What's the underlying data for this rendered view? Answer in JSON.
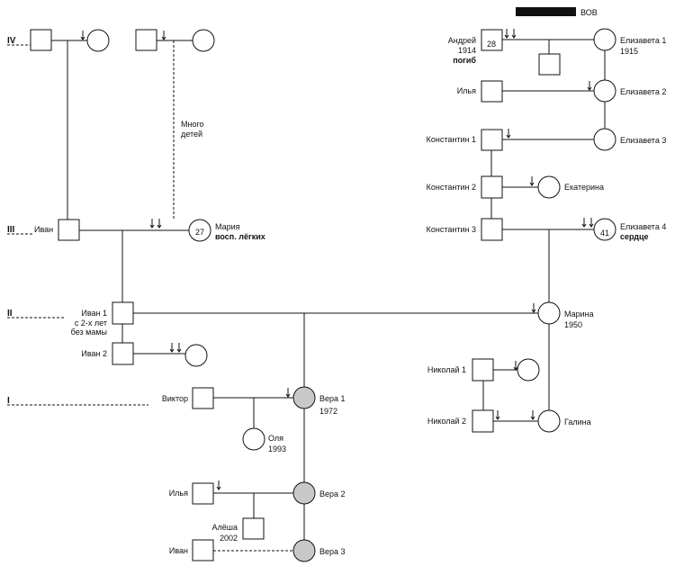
{
  "legend": {
    "label": "ВОВ"
  },
  "generations": [
    "IV",
    "III",
    "II",
    "I"
  ],
  "people": {
    "andrey": {
      "name": "Андрей",
      "year": "1914",
      "note": "погиб",
      "age": "28"
    },
    "elizaveta1": {
      "name": "Елизавета 1",
      "year": "1915"
    },
    "ilya_top": {
      "name": "Илья"
    },
    "elizaveta2": {
      "name": "Елизавета 2"
    },
    "konstantin1": {
      "name": "Константин 1"
    },
    "elizaveta3": {
      "name": "Елизавета 3"
    },
    "konstantin2": {
      "name": "Константин 2"
    },
    "ekaterina": {
      "name": "Екатерина"
    },
    "konstantin3": {
      "name": "Константин 3"
    },
    "elizaveta4": {
      "name": "Елизавета 4",
      "note": "сердце",
      "age": "41"
    },
    "mnogo_detey": {
      "line1": "Много",
      "line2": "детей"
    },
    "ivan_iii": {
      "name": "Иван"
    },
    "maria": {
      "name": "Мария",
      "note": "восп. лёгких",
      "age": "27"
    },
    "ivan1": {
      "name": "Иван 1",
      "note1": "с 2-х лет",
      "note2": "без мамы"
    },
    "marina": {
      "name": "Марина",
      "year": "1950"
    },
    "ivan2": {
      "name": "Иван 2"
    },
    "nikolay1": {
      "name": "Николай 1"
    },
    "viktor": {
      "name": "Виктор"
    },
    "vera1": {
      "name": "Вера 1",
      "year": "1972"
    },
    "olya": {
      "name": "Оля",
      "year": "1993"
    },
    "nikolay2": {
      "name": "Николай 2"
    },
    "galina": {
      "name": "Галина"
    },
    "ilya_bottom": {
      "name": "Илья"
    },
    "vera2": {
      "name": "Вера 2"
    },
    "alyosha": {
      "name": "Алёша",
      "year": "2002"
    },
    "ivan_bottom": {
      "name": "Иван"
    },
    "vera3": {
      "name": "Вера 3"
    }
  },
  "colors": {
    "affected": "#c8c8c8",
    "legend_bar": "#111111"
  }
}
